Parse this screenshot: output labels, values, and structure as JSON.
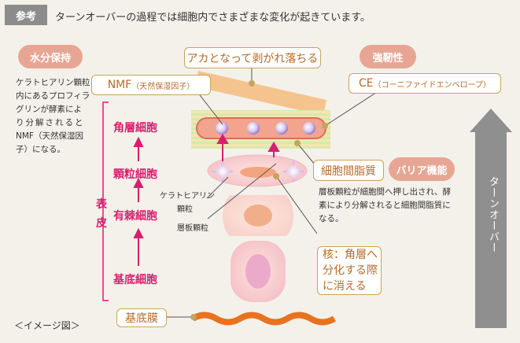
{
  "header": {
    "tag": "参考",
    "title": "ターンオーバーの過程では細胞内でさまざまな変化が起きています。"
  },
  "left": {
    "moisture_pill": "水分保持",
    "moisture_text": [
      "ケラトヒアリン顆粒",
      "内にあるプロフィラ",
      "グリンが酵素によ",
      "り分解されると",
      "NMF（天然保湿因",
      "子）になる。"
    ],
    "layers": [
      "角層細胞",
      "顆粒細胞",
      "有棘細胞",
      "基底細胞"
    ],
    "epidermis": [
      "表",
      "皮"
    ],
    "image_note": "＜イメージ図＞"
  },
  "center": {
    "flake_callout": "アカとなって剥がれ落ちる",
    "nmf_main": "NMF",
    "nmf_sub": "（天然保湿因子）",
    "keratohyalin": [
      "ケラトヒアリン",
      "顆粒"
    ],
    "lamellar": "層板顆粒",
    "basement": "基底膜"
  },
  "right": {
    "toughness_pill": "強靭性",
    "ce_main": "CE",
    "ce_sub": "（コーニファイドエンベロープ）",
    "intercell_lipid": "細胞間脂質",
    "barrier_pill": "バリア機能",
    "barrier_text": [
      "層板顆粒が細胞間へ押し出され、酵",
      "素により分解されると細胞間脂質に",
      "なる。"
    ],
    "nucleus_box": [
      "核：角層へ",
      "分化する際",
      "に消える"
    ],
    "turnover": "ターンオーバー"
  },
  "colors": {
    "pink_accent": "#d81f6f",
    "box_border": "#c9a25c",
    "box_text": "#b86a2a",
    "pill": "#e7a694",
    "turnover_arrow": "#8f8f8f",
    "membrane": "#e8731f"
  }
}
